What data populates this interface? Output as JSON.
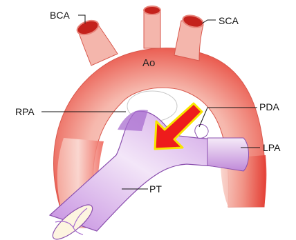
{
  "diagram": {
    "labels": {
      "bca": "BCA",
      "sca": "SCA",
      "ao": "Ao",
      "rpa": "RPA",
      "pda": "PDA",
      "lpa": "LPA",
      "pt": "PT"
    },
    "colors": {
      "aorta": "#e83a34",
      "aorta_light": "#f7c6bd",
      "pulmonary": "#b77ad8",
      "pulmonary_light": "#f1e2f6",
      "arrow_fill": "#ee1c1c",
      "arrow_outline": "#f7e600"
    }
  }
}
